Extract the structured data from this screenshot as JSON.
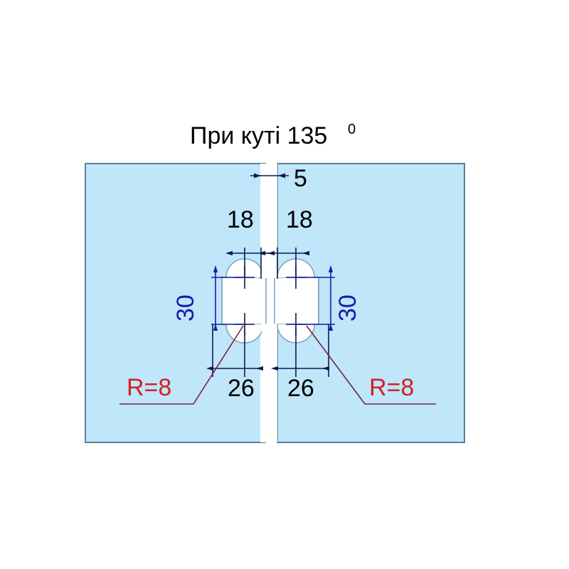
{
  "drawing": {
    "title": "При куті 135",
    "title_superscript": "0",
    "background_color": "#ffffff",
    "glass_fill_color": "#bfe6f9",
    "glass_stroke_color": "#5b7f99",
    "cutout_fill_color": "#ffffff",
    "cutout_stroke_color": "#7fa8bf",
    "dimension_color": "#0d1a52",
    "dimension_blue_color": "#1a1aa8",
    "radius_color": "#d41f26",
    "leader_color": "#7a2040"
  },
  "dimensions": {
    "gap": "5",
    "left_hole_offset": "18",
    "right_hole_offset": "18",
    "left_hole_spacing": "30",
    "right_hole_spacing": "30",
    "left_edge_distance": "26",
    "right_edge_distance": "26"
  },
  "callouts": {
    "left_radius": "R=8",
    "right_radius": "R=8"
  },
  "panels": {
    "left_label": "left-glass-panel",
    "right_label": "right-glass-panel"
  }
}
